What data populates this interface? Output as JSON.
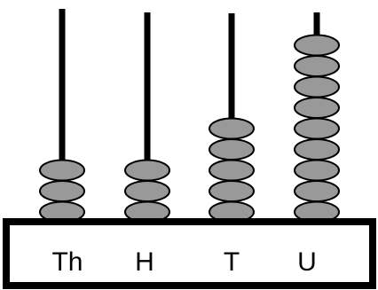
{
  "abacus": {
    "rods": [
      {
        "label": "Th",
        "beads": 3
      },
      {
        "label": "H",
        "beads": 3
      },
      {
        "label": "T",
        "beads": 5
      },
      {
        "label": "U",
        "beads": 9
      }
    ],
    "colors": {
      "bead_fill": "#999999",
      "bead_stroke": "#000000",
      "rod": "#000000",
      "base_fill": "#ffffff",
      "base_stroke": "#000000",
      "label": "#000000"
    }
  }
}
